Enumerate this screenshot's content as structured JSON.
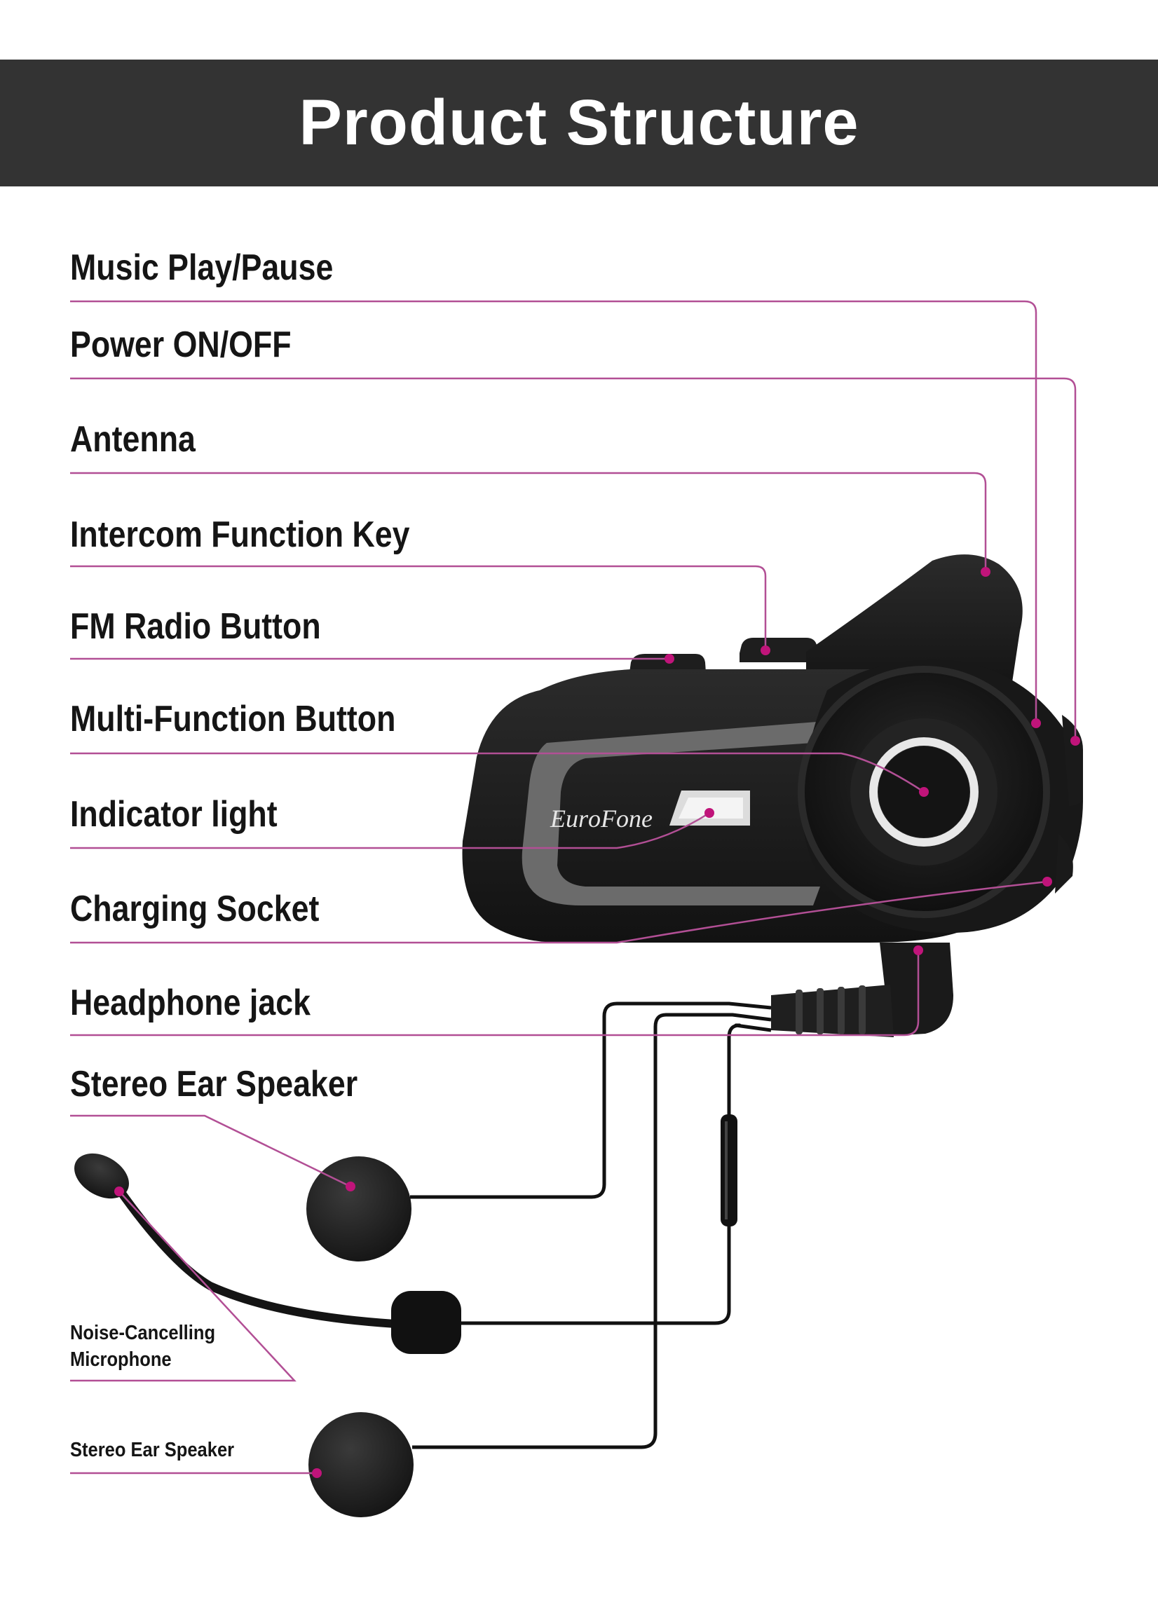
{
  "header": {
    "title": "Product Structure"
  },
  "labels": {
    "music_play_pause": "Music Play/Pause",
    "power": "Power  ON/OFF",
    "antenna": "Antenna",
    "intercom_key": "Intercom Function Key",
    "fm_radio": "FM Radio Button",
    "multi_function": "Multi-Function Button",
    "indicator_light": "Indicator light",
    "charging_socket": "Charging Socket",
    "headphone_jack": "Headphone jack",
    "stereo_ear_speaker_top": "Stereo Ear Speaker",
    "noise_cancelling_line1": "Noise-Cancelling",
    "noise_cancelling_line2": "Microphone",
    "stereo_ear_speaker_bottom": "Stereo Ear Speaker"
  },
  "device": {
    "brand_logo": "EurоFone"
  },
  "colors": {
    "header_bg": "#333333",
    "header_text": "#ffffff",
    "leader_line": "#b24f95",
    "leader_dot": "#c0147a",
    "device_body": "#1c1c1c",
    "device_grey_trim": "#6b6b6b",
    "dial_ring": "#e8e8e8"
  },
  "icons": [
    "intercom-unit-icon",
    "ear-speaker-icon",
    "boom-microphone-icon"
  ]
}
